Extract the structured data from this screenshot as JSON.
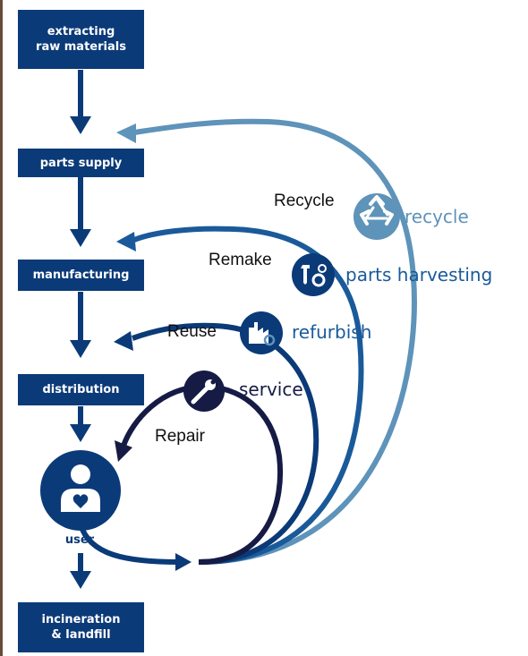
{
  "boxes": {
    "extracting": "extracting\nraw materials",
    "parts_supply": "parts supply",
    "manufacturing": "manufacturing",
    "distribution": "distribution",
    "incineration": "incineration\n& landfill"
  },
  "user_label": "user",
  "loops": {
    "recycle": "recycle",
    "parts_harvesting": "parts harvesting",
    "refurbish": "refurbish",
    "service": "service"
  },
  "annotations": {
    "recycle": "Recycle",
    "remake": "Remake",
    "reuse": "Reuse",
    "repair": "Repair"
  },
  "colors": {
    "dark_navy": "#0b3a78",
    "mid_blue": "#1a5a9a",
    "light_blue": "#5e93ba",
    "deep_navy": "#151b44"
  }
}
